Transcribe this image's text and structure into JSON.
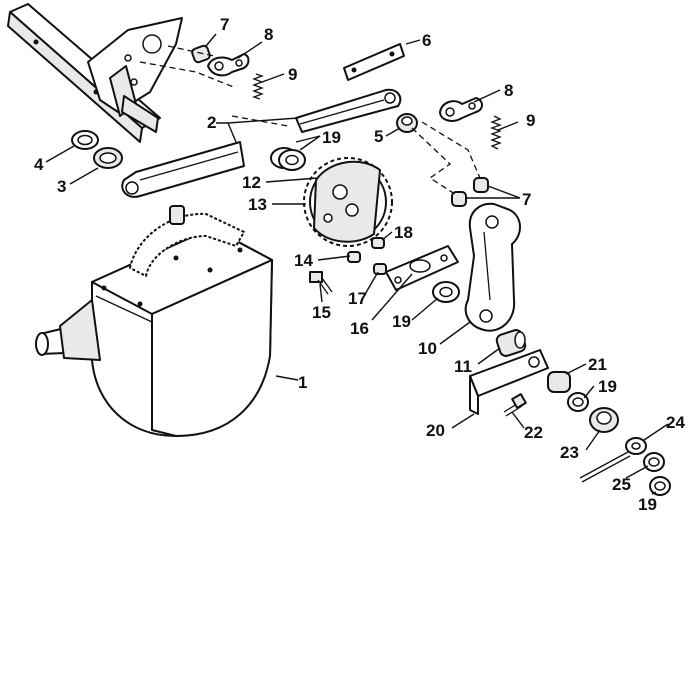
{
  "diagram": {
    "callouts": [
      {
        "id": "c1",
        "text": "1"
      },
      {
        "id": "c2",
        "text": "2"
      },
      {
        "id": "c3",
        "text": "3"
      },
      {
        "id": "c4",
        "text": "4"
      },
      {
        "id": "c5",
        "text": "5"
      },
      {
        "id": "c6",
        "text": "6"
      },
      {
        "id": "c7a",
        "text": "7"
      },
      {
        "id": "c7b",
        "text": "7"
      },
      {
        "id": "c8a",
        "text": "8"
      },
      {
        "id": "c8b",
        "text": "8"
      },
      {
        "id": "c9a",
        "text": "9"
      },
      {
        "id": "c9b",
        "text": "9"
      },
      {
        "id": "c10",
        "text": "10"
      },
      {
        "id": "c11",
        "text": "11"
      },
      {
        "id": "c12",
        "text": "12"
      },
      {
        "id": "c13",
        "text": "13"
      },
      {
        "id": "c14",
        "text": "14"
      },
      {
        "id": "c15",
        "text": "15"
      },
      {
        "id": "c16",
        "text": "16"
      },
      {
        "id": "c17",
        "text": "17"
      },
      {
        "id": "c18",
        "text": "18"
      },
      {
        "id": "c19a",
        "text": "19"
      },
      {
        "id": "c19b",
        "text": "19"
      },
      {
        "id": "c19c",
        "text": "19"
      },
      {
        "id": "c19d",
        "text": "19"
      },
      {
        "id": "c20",
        "text": "20"
      },
      {
        "id": "c21",
        "text": "21"
      },
      {
        "id": "c22",
        "text": "22"
      },
      {
        "id": "c23",
        "text": "23"
      },
      {
        "id": "c24",
        "text": "24"
      },
      {
        "id": "c25",
        "text": "25"
      }
    ]
  }
}
